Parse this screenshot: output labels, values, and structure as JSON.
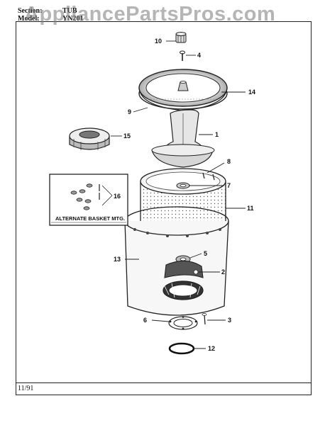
{
  "header": {
    "section_label": "Section:",
    "section_value": "TUB",
    "model_label": "Model:",
    "model_value": "YN201"
  },
  "watermark": "AppliancePartsPros.com",
  "footer": {
    "date": "11/91"
  },
  "inset": {
    "caption": "ALTERNATE BASKET MTG."
  },
  "callouts": {
    "c1": "1",
    "c2": "2",
    "c3": "3",
    "c4": "4",
    "c5": "5",
    "c6": "6",
    "c7": "7",
    "c8": "8",
    "c9": "9",
    "c10": "10",
    "c11": "11",
    "c12": "12",
    "c13": "13",
    "c14": "14",
    "c15": "15",
    "c16": "16"
  }
}
